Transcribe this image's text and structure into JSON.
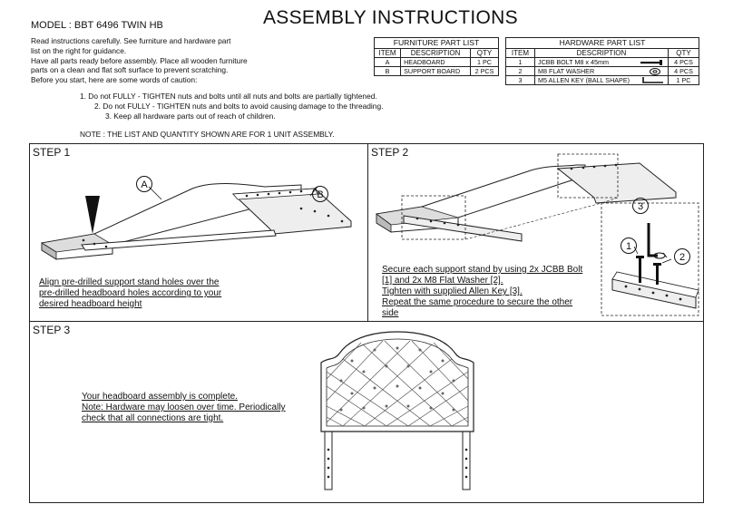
{
  "header": {
    "model": "MODEL : BBT 6496 TWIN HB",
    "title": "ASSEMBLY INSTRUCTIONS"
  },
  "intro": [
    "Read instructions carefully. See furniture and hardware part",
    "list on the right for guidance.",
    "Have all parts ready before assembly. Place all wooden furniture",
    "parts on a clean and flat soft surface to prevent  scratching.",
    "Before you start, here are some words of caution:"
  ],
  "cautions": [
    "1. Do not FULLY - TIGHTEN nuts and bolts until all nuts and bolts are partially tightened.",
    "2. Do not FULLY - TIGHTEN nuts and bolts to avoid causing damage to the threading.",
    "3. Keep all hardware parts out of reach of children."
  ],
  "note": "NOTE : THE LIST AND QUANTITY SHOWN ARE FOR 1 UNIT ASSEMBLY.",
  "furniture_list": {
    "title": "FURNITURE PART LIST",
    "headers": [
      "ITEM",
      "DESCRIPTION",
      "QTY"
    ],
    "rows": [
      [
        "A",
        "HEADBOARD",
        "1 PC"
      ],
      [
        "B",
        "SUPPORT BOARD",
        "2 PCS"
      ]
    ]
  },
  "hardware_list": {
    "title": "HARDWARE PART LIST",
    "headers": [
      "ITEM",
      "DESCRIPTION",
      "QTY"
    ],
    "rows": [
      [
        "1",
        "JCBB BOLT M8 x 45mm",
        "4 PCS"
      ],
      [
        "2",
        "M8 FLAT WASHER",
        "4 PCS"
      ],
      [
        "3",
        "M5 ALLEN KEY (BALL SHAPE)",
        "1 PC"
      ]
    ],
    "icons": [
      "bolt-icon",
      "washer-icon",
      "allen-key-icon"
    ]
  },
  "step1": {
    "label": "STEP 1",
    "callouts": [
      "A",
      "B"
    ],
    "caption": [
      "Align pre-drilled support stand holes over the",
      "pre-drilled headboard holes according to your",
      "desired headboard height"
    ]
  },
  "step2": {
    "label": "STEP 2",
    "callouts": [
      "3",
      "1",
      "2"
    ],
    "caption": [
      "Secure each support stand by using 2x JCBB Bolt",
      "[1] and 2x M8 Flat Washer [2].",
      "Tighten with supplied Allen Key [3].",
      "Repeat the same procedure to secure the other",
      "side"
    ]
  },
  "step3": {
    "label": "STEP 3",
    "caption": [
      "Your headboard assembly is complete.",
      "Note: Hardware may loosen over time. Periodically",
      "check that all connections are tight."
    ]
  }
}
